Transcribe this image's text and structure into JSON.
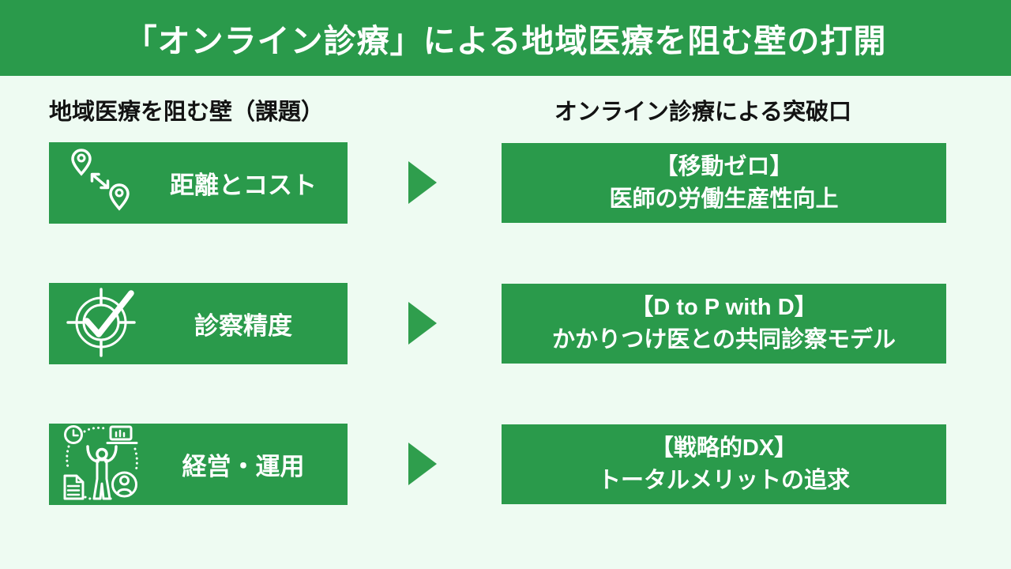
{
  "slide": {
    "title": "「オンライン診療」による地域医療を阻む壁の打開"
  },
  "columns": {
    "left_header": "地域医療を阻む壁（課題）",
    "right_header": "オンライン診療による突破口"
  },
  "rows": [
    {
      "icon": "distance-pins-icon",
      "challenge": "距離とコスト",
      "solution_heading": "【移動ゼロ】",
      "solution_detail": "医師の労働生産性向上"
    },
    {
      "icon": "target-check-icon",
      "challenge": "診察精度",
      "solution_heading": "【D to P with D】",
      "solution_detail": "かかりつけ医との共同診察モデル"
    },
    {
      "icon": "team-management-icon",
      "challenge": "経営・運用",
      "solution_heading": "【戦略的DX】",
      "solution_detail": "トータルメリットの追求"
    }
  ],
  "colors": {
    "primary_green": "#2a9a4b",
    "arrow_green": "#2f9e4d",
    "background_mint": "#eefbf2",
    "header_text": "#ffffff",
    "column_header_text": "#131313"
  }
}
